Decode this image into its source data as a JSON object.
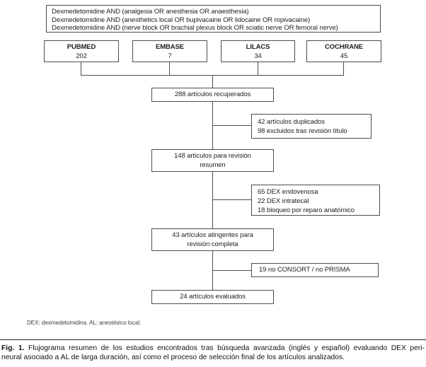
{
  "search_box": {
    "line1": "Dexmedetomidine AND (analgesia OR anesthesia OR anaesthesia)",
    "line2": "Dexmedetomidine AND (anesthetics local OR bupivacaine OR lidocaine OR ropivacaine)",
    "line3": "Dexmedetomidine AND (nerve block OR brachial plexus block OR sciatic nerve OR femoral nerve)"
  },
  "databases": [
    {
      "name": "PUBMED",
      "count": "202"
    },
    {
      "name": "EMBASE",
      "count": "7"
    },
    {
      "name": "LILACS",
      "count": "34"
    },
    {
      "name": "COCHRANE",
      "count": "45"
    }
  ],
  "flow": {
    "retrieved": "288 artículos recuperados",
    "title_review_line1": "148 artículos para revisión",
    "title_review_line2": "resumen",
    "full_review_line1": "43 artículos atingentes para",
    "full_review_line2": "revisión completa",
    "evaluated": "24 artículos evaluados"
  },
  "exclusions": {
    "dup_line1": "42 artículos duplicados",
    "dup_line2": "98 excluidos tras revisión título",
    "type_line1": "65 DEX endovenosa",
    "type_line2": "22 DEX intratecal",
    "type_line3": "18 bloqueo por reparo anatómico",
    "consort": "19 no CONSORT / no PRISMA"
  },
  "footnote": "DEX: dexmedetomidina. AL: anestésico local.",
  "caption": {
    "label": "Fig. 1.",
    "line1": "Flujograma resumen de los estudios encontrados tras búsqueda avanzada (inglés y español) evaluando DEX peri-",
    "line2": "neural asociado a AL de larga duración, así como el proceso de selección final de los artículos analizados."
  },
  "colors": {
    "border": "#4d4d4d",
    "text": "#1a1a1a",
    "background": "#ffffff"
  }
}
